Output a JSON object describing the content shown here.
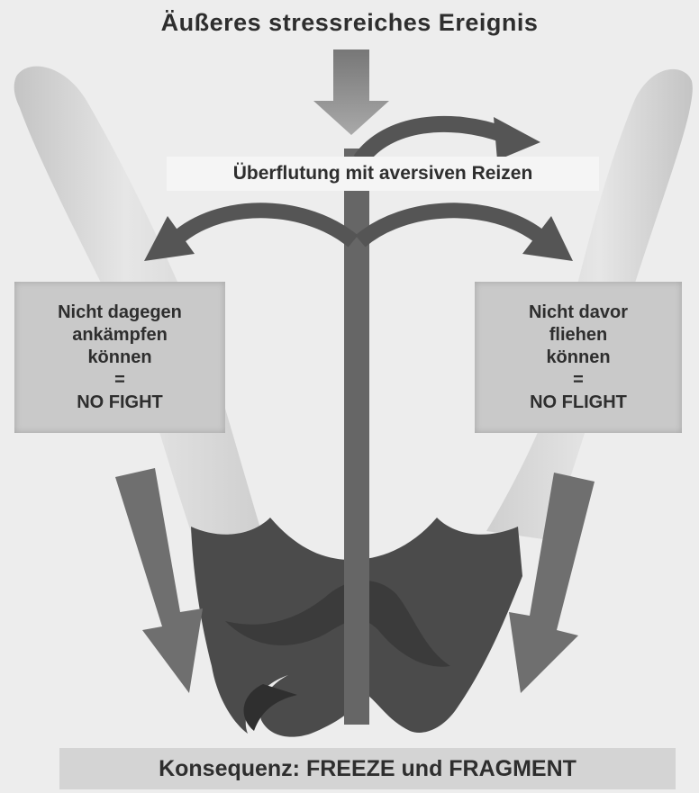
{
  "title": "Äußeres stressreiches Ereignis",
  "flood_label": "Überflutung mit aversiven Reizen",
  "left_box": {
    "line1": "Nicht dagegen",
    "line2": "ankämpfen",
    "line3": "können",
    "line4": "=",
    "line5": "NO FIGHT"
  },
  "right_box": {
    "line1": "Nicht davor",
    "line2": "fliehen",
    "line3": "können",
    "line4": "=",
    "line5": "NO FLIGHT"
  },
  "consequence": "Konsequenz: FREEZE und FRAGMENT",
  "colors": {
    "background": "#ededed",
    "arrow_dark": "#5a5a5a",
    "arrow_light": "#8d8d8d",
    "finger": "#dcdcdc",
    "sleeve": "#4a4a4a",
    "box": "#c9c9c9",
    "text": "#2e2e2e"
  }
}
